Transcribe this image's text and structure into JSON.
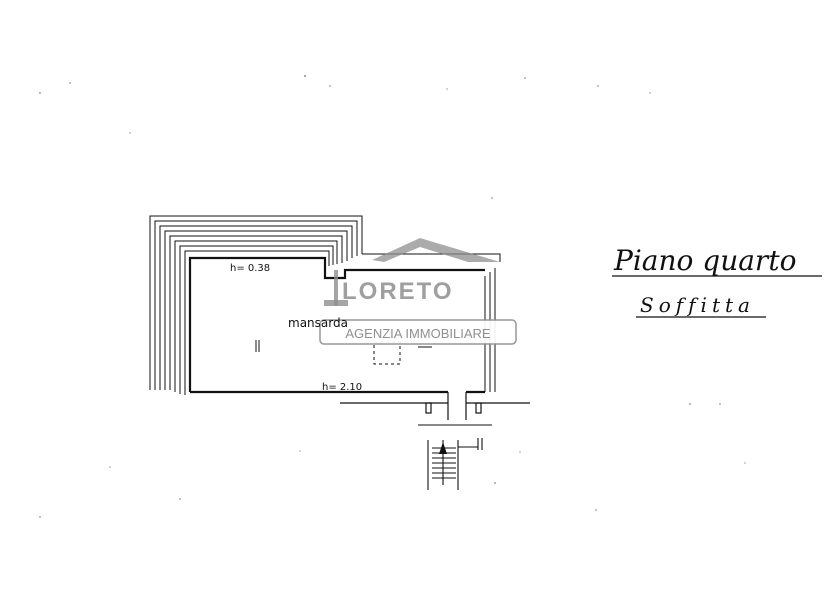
{
  "title": {
    "line1": "Piano quarto",
    "line2": "Soffitta"
  },
  "room": {
    "name": "mansarda",
    "height_low": "h= 0.38",
    "height_high": "h= 2.10"
  },
  "watermark": {
    "brand": "LORETO",
    "tagline": "AGENZIA IMMOBILIARE",
    "color": "#8f8f8f"
  },
  "ink_color": "#111111"
}
